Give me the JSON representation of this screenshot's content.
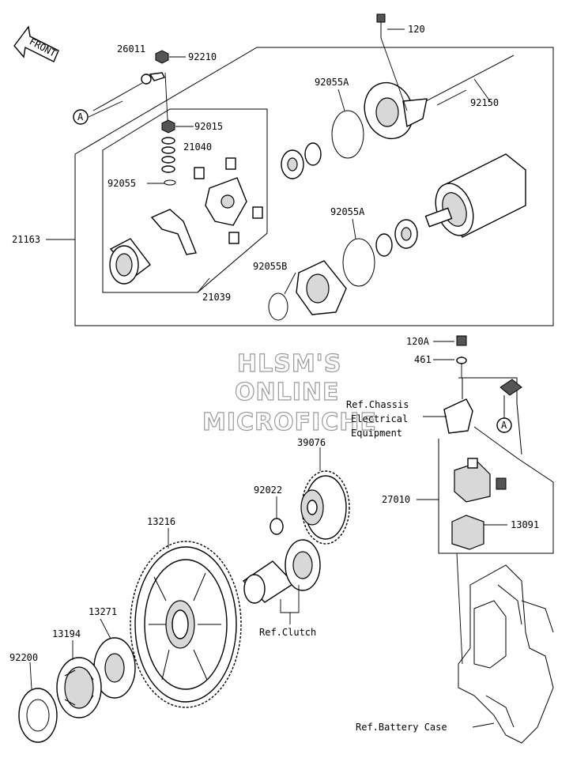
{
  "labels": {
    "front": "FRONT",
    "p120": "120",
    "p26011": "26011",
    "p92210": "92210",
    "p92150": "92150",
    "p92055a_top": "92055A",
    "p92015": "92015",
    "p21040": "21040",
    "p92055": "92055",
    "p21163": "21163",
    "p92055a_mid": "92055A",
    "p92055b": "92055B",
    "p21039": "21039",
    "p120a": "120A",
    "p461": "461",
    "ref_chassis_1": "Ref.Chassis",
    "ref_chassis_2": "Electrical",
    "ref_chassis_3": "Equipment",
    "p39076": "39076",
    "p92022": "92022",
    "p27010": "27010",
    "p13091": "13091",
    "p13216": "13216",
    "p13271": "13271",
    "p13194": "13194",
    "p92200": "92200",
    "ref_clutch": "Ref.Clutch",
    "ref_battery": "Ref.Battery Case",
    "callout_a1": "A",
    "callout_a2": "A"
  },
  "watermark": {
    "line1": "HLSM'S",
    "line2": "ONLINE",
    "line3": "MICROFICHE"
  }
}
